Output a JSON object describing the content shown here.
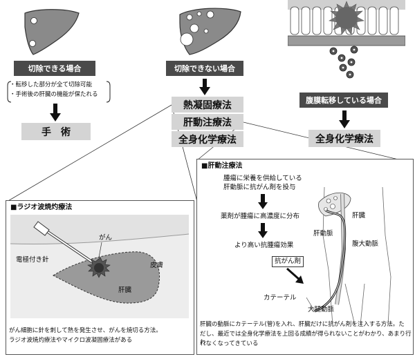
{
  "left": {
    "header": "切除できる場合",
    "conditions": [
      "・転移した部分が全て切除可能",
      "・手術後の肝臓の機能が保たれる"
    ],
    "result": "手　術"
  },
  "middle": {
    "header": "切除できない場合",
    "options": [
      "熱凝固療法",
      "肝動注療法",
      "全身化学療法"
    ]
  },
  "right": {
    "header": "腹膜転移している場合",
    "result": "全身化学療法"
  },
  "rfa_panel": {
    "title": "■ラジオ波焼灼療法",
    "labels": {
      "needle": "電極付き針",
      "cancer": "がん",
      "skin": "皮膚",
      "liver": "肝臓"
    },
    "caption": [
      "がん細胞に針を刺して熱を発生させ、がんを焼切る方法。",
      "ラジオ波焼灼療法やマイクロ波凝固療法がある"
    ]
  },
  "hai_panel": {
    "title": "■肝動注療法",
    "steps": [
      [
        "腫瘍に栄養を供給している",
        "肝動脈に抗がん剤を投与"
      ],
      [
        "薬剤が腫瘍に高濃度に分布"
      ],
      [
        "より高い抗腫瘍効果"
      ]
    ],
    "labels": {
      "drug": "抗がん剤",
      "catheter": "カテーテル",
      "hepatic_artery": "肝動脈",
      "liver": "肝臓",
      "aorta": "腹大動脈",
      "femoral": "大腿動脈"
    },
    "caption": [
      "肝臓の動脈にカテーテル(管)を入れ、肝臓だけに抗がん剤を注入する方法。た",
      "だし、最近では全身化学療法を上回る成績が得られないことがわかり、あまり行わ",
      "れなくなってきている"
    ]
  },
  "colors": {
    "dark_box": "#4a4a4a",
    "grey_box": "#d4d4d4",
    "liver_fill": "#8a8a8a",
    "tumor": "#555555"
  }
}
